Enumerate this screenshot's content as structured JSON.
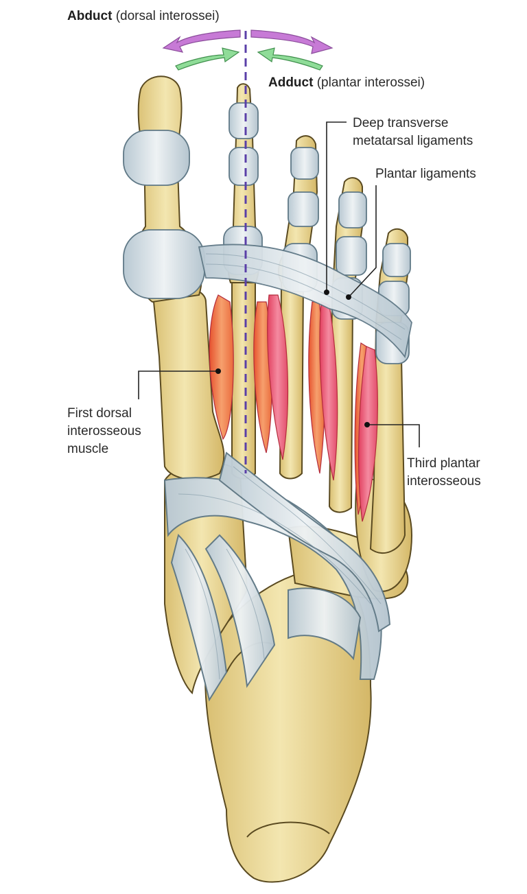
{
  "figure": {
    "subject": "Interossei muscles of the foot (plantar view)",
    "colors": {
      "bone": "#eedd9c",
      "bone_shadow": "#c9ad5c",
      "ligament": "#dfe6ea",
      "ligament_line": "#7f97a6",
      "dorsal_muscle": "#f1874f",
      "plantar_muscle": "#ec5c7d",
      "abduct_arrow": "#c77ad6",
      "adduct_arrow": "#8fdc98",
      "axis_line": "#5a3fa8",
      "leader_line": "#222222"
    }
  },
  "labels": {
    "abduct": {
      "bold": "Abduct",
      "rest": "(dorsal interossei)"
    },
    "adduct": {
      "bold": "Adduct",
      "rest": "(plantar interossei)"
    },
    "deep_transverse": {
      "line1": "Deep transverse",
      "line2": "metatarsal ligaments"
    },
    "plantar_ligaments": {
      "line1": "Plantar ligaments"
    },
    "first_dorsal": {
      "line1": "First dorsal",
      "line2": "interosseous",
      "line3": "muscle"
    },
    "third_plantar": {
      "line1": "Third plantar",
      "line2": "interosseous"
    }
  }
}
